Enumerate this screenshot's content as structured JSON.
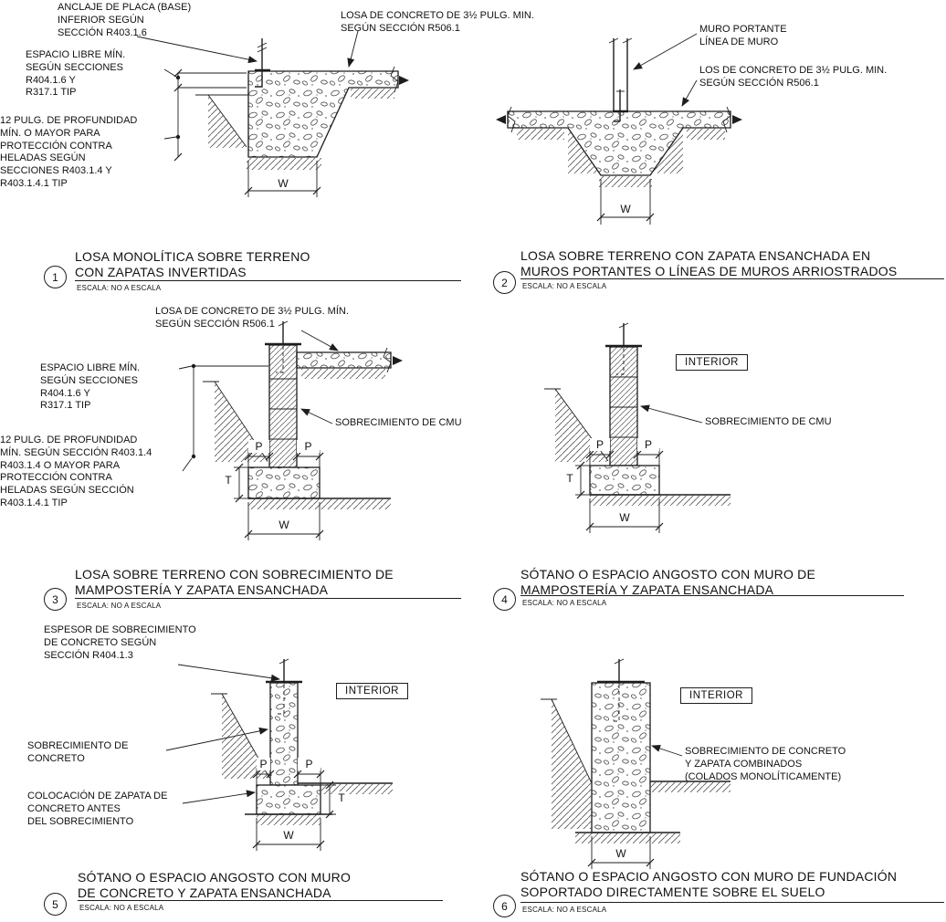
{
  "drawing": {
    "ink": "#1d1d1d",
    "paper": "#ffffff"
  },
  "details": [
    {
      "number": "1",
      "title": "LOSA MONOLÍTICA SOBRE TERRENO\nCON ZAPATAS INVERTIDAS",
      "scale": "ESCALA: NO A ESCALA",
      "ann": {
        "anchor": "ANCLAJE DE PLACA (BASE)\nINFERIOR SEGÚN\nSECCIÓN R403.1.6",
        "clearance": "ESPACIO LIBRE MÍN.\nSEGÚN SECCIONES\nR404.1.6 Y\nR317.1 TIP",
        "frost": "12 PULG. DE PROFUNDIDAD\nMÍN. O MAYOR PARA\nPROTECCIÓN CONTRA\nHELADAS SEGÚN\nSECCIONES R403.1.4 Y\nR403.1.4.1 TIP",
        "slab": "LOSA DE CONCRETO DE 3½ PULG. MIN.\nSEGÚN SECCIÓN R506.1"
      },
      "dim_w": "W"
    },
    {
      "number": "2",
      "title": "LOSA SOBRE TERRENO CON ZAPATA ENSANCHADA EN\nMUROS PORTANTES O LÍNEAS DE MUROS ARRIOSTRADOS",
      "scale": "ESCALA: NO A ESCALA",
      "ann": {
        "wall": "MURO PORTANTE\nLÍNEA DE MURO",
        "slab": "LOS DE CONCRETO DE 3½ PULG. MIN.\nSEGÚN SECCIÓN R506.1"
      },
      "dim_w": "W"
    },
    {
      "number": "3",
      "title": "LOSA SOBRE TERRENO CON SOBRECIMIENTO DE\nMAMPOSTERÍA Y ZAPATA ENSANCHADA",
      "scale": "ESCALA: NO A ESCALA",
      "ann": {
        "slab": "LOSA DE CONCRETO DE 3½ PULG. MÍN.\nSEGÚN SECCIÓN R506.1",
        "clearance": "ESPACIO LIBRE MÍN.\nSEGÚN SECCIONES\nR404.1.6 Y\nR317.1 TIP",
        "frost": "12 PULG. DE PROFUNDIDAD\nMÍN. SEGÚN SECCIÓN R403.1.4\nR403.1.4 O MAYOR PARA\nPROTECCIÓN CONTRA\nHELADAS SEGÚN SECCIÓN\nR403.1.4.1 TIP",
        "stem": "SOBRECIMIENTO DE CMU"
      },
      "dim_w": "W",
      "dim_p": "P",
      "dim_t": "T"
    },
    {
      "number": "4",
      "title": "SÓTANO O ESPACIO ANGOSTO CON MURO DE\nMAMPOSTERÍA Y ZAPATA ENSANCHADA",
      "scale": "ESCALA: NO A ESCALA",
      "ann": {
        "interior": "INTERIOR",
        "stem": "SOBRECIMIENTO DE CMU"
      },
      "dim_w": "W",
      "dim_p": "P",
      "dim_t": "T"
    },
    {
      "number": "5",
      "title": "SÓTANO O ESPACIO ANGOSTO CON MURO\nDE CONCRETO Y ZAPATA ENSANCHADA",
      "scale": "ESCALA: NO A ESCALA",
      "ann": {
        "thickness": "ESPESOR DE SOBRECIMIENTO\nDE CONCRETO SEGÚN\nSECCIÓN R404.1.3",
        "interior": "INTERIOR",
        "stem": "SOBRECIMIENTO DE\nCONCRETO",
        "footing": "COLOCACIÓN DE ZAPATA DE\nCONCRETO ANTES\nDEL SOBRECIMIENTO"
      },
      "dim_w": "W",
      "dim_p": "P",
      "dim_t": "T"
    },
    {
      "number": "6",
      "title": "SÓTANO O ESPACIO ANGOSTO CON MURO DE FUNDACIÓN\nSOPORTADO DIRECTAMENTE SOBRE EL SUELO",
      "scale": "ESCALA: NO A ESCALA",
      "ann": {
        "interior": "INTERIOR",
        "stem": "SOBRECIMIENTO DE CONCRETO\nY ZAPATA COMBINADOS\n(COLADOS MONOLÍTICAMENTE)"
      },
      "dim_w": "W"
    }
  ]
}
